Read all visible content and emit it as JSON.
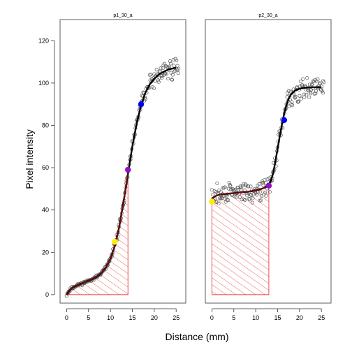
{
  "chart_data": {
    "type": "scatter",
    "xlabel": "Distance (mm)",
    "ylabel": "Pixel intensity",
    "xlim": [
      -1.5,
      27.2
    ],
    "ylim": [
      -4,
      130
    ],
    "x_ticks": [
      0,
      5,
      10,
      15,
      20,
      25
    ],
    "y_ticks": [
      0,
      20,
      40,
      60,
      80,
      100,
      120
    ],
    "grid": false,
    "colors": {
      "points": "#555555",
      "fit": "#000000",
      "hatch_region": "#e83a3a",
      "fit_segment": "#8b0000",
      "marker_yellow": "#ffee00",
      "marker_purple": "#9010c8",
      "marker_blue": "#0000ff"
    },
    "panels": [
      {
        "title": "p1_30_a",
        "fit": [
          [
            0,
            0
          ],
          [
            0.5,
            1.5
          ],
          [
            1,
            2.7
          ],
          [
            1.5,
            3.4
          ],
          [
            2,
            4.0
          ],
          [
            3,
            4.9
          ],
          [
            4,
            5.7
          ],
          [
            5,
            6.6
          ],
          [
            6,
            7.5
          ],
          [
            7,
            8.6
          ],
          [
            8,
            10.3
          ],
          [
            9,
            13.0
          ],
          [
            10,
            17.0
          ],
          [
            11,
            23.0
          ],
          [
            12,
            32.0
          ],
          [
            13,
            44.0
          ],
          [
            14,
            57.0
          ],
          [
            15,
            70.0
          ],
          [
            16,
            81.0
          ],
          [
            17,
            89.5
          ],
          [
            18,
            95.5
          ],
          [
            19,
            99.5
          ],
          [
            20,
            102.0
          ],
          [
            21,
            104.0
          ],
          [
            22,
            105.2
          ],
          [
            23,
            106.2
          ],
          [
            24,
            106.8
          ],
          [
            25,
            107.3
          ]
        ],
        "shaded_interval": [
          0,
          14
        ],
        "markers": [
          {
            "color": "yellow",
            "x": 11.0,
            "y": 25.0
          },
          {
            "color": "purple",
            "x": 14.0,
            "y": 59.0
          },
          {
            "color": "blue",
            "x": 17.0,
            "y": 90.0
          }
        ],
        "noise_seed": 11,
        "noise_amplitude": [
          0.5,
          1.5,
          3.5
        ]
      },
      {
        "title": "p2_30_a",
        "fit": [
          [
            0,
            45.5
          ],
          [
            1,
            46.8
          ],
          [
            2,
            47.3
          ],
          [
            3,
            47.6
          ],
          [
            4,
            47.8
          ],
          [
            5,
            48.0
          ],
          [
            6,
            48.2
          ],
          [
            7,
            48.4
          ],
          [
            8,
            48.6
          ],
          [
            9,
            48.9
          ],
          [
            10,
            49.3
          ],
          [
            11,
            49.8
          ],
          [
            12,
            50.5
          ],
          [
            13,
            52.0
          ],
          [
            13.5,
            54.0
          ],
          [
            14,
            57.5
          ],
          [
            14.5,
            63.0
          ],
          [
            15,
            69.0
          ],
          [
            15.5,
            75.0
          ],
          [
            16,
            80.5
          ],
          [
            16.5,
            85.5
          ],
          [
            17,
            89.5
          ],
          [
            17.5,
            92.5
          ],
          [
            18,
            94.5
          ],
          [
            19,
            96.5
          ],
          [
            20,
            97.3
          ],
          [
            21,
            97.7
          ],
          [
            22,
            97.9
          ],
          [
            23,
            98.0
          ],
          [
            24,
            98.0
          ],
          [
            25,
            98.0
          ]
        ],
        "shaded_interval": [
          0,
          13
        ],
        "markers": [
          {
            "color": "yellow",
            "x": 0.0,
            "y": 44.0
          },
          {
            "color": "purple",
            "x": 13.0,
            "y": 51.5
          },
          {
            "color": "blue",
            "x": 16.5,
            "y": 82.5
          }
        ],
        "noise_seed": 29,
        "noise_amplitude": [
          3.5,
          3.0,
          3.5
        ]
      }
    ]
  }
}
